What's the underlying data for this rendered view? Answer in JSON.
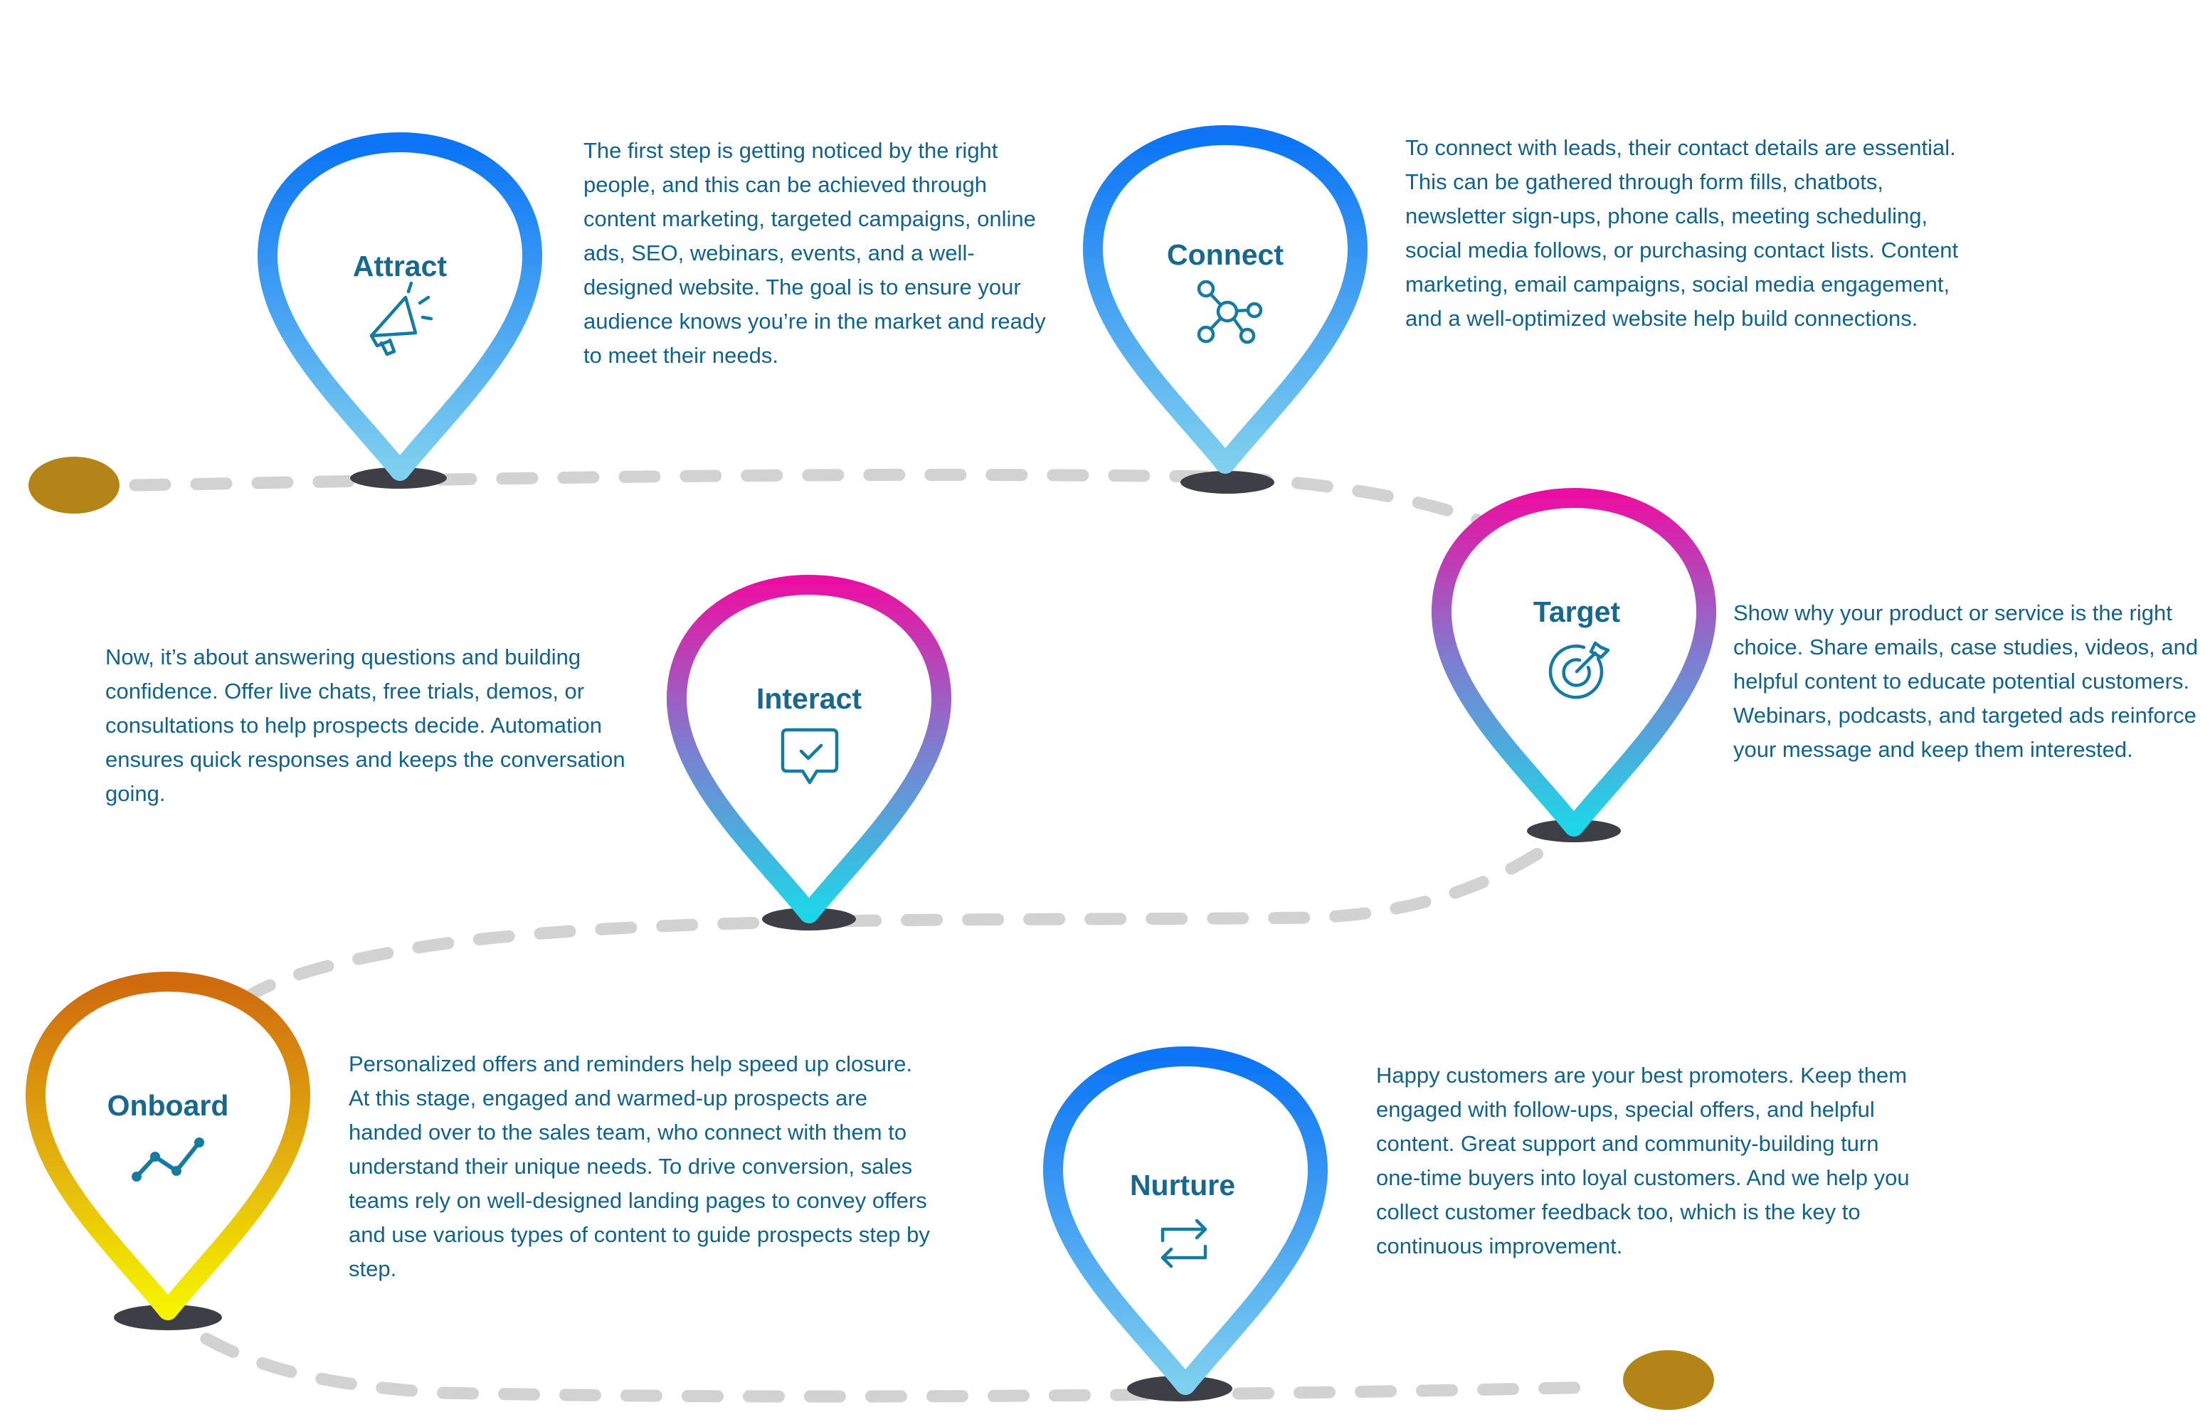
{
  "steps": [
    {
      "title": "Attract",
      "icon": "megaphone-icon",
      "gradient": [
        "#0b74f5",
        "#7fd0ee"
      ],
      "description": "The first step is getting noticed by the right people, and this can be achieved through content marketing, targeted campaigns, online ads, SEO, webinars, events, and a well-designed website. The goal is to ensure your audience knows you’re in the market and ready to meet their needs."
    },
    {
      "title": "Connect",
      "icon": "network-nodes-icon",
      "gradient": [
        "#0b74f5",
        "#7fd0ee"
      ],
      "description": "To connect with leads, their contact details are essential. This can be gathered through form fills, chatbots, newsletter sign-ups, phone calls, meeting scheduling, social media follows, or purchasing contact lists. Content marketing, email campaigns, social media engagement, and a well-optimized website help build connections."
    },
    {
      "title": "Target",
      "icon": "target-icon",
      "gradient": [
        "#ea11a3",
        "#1fd6e8"
      ],
      "description": "Show why your product or service is the right choice. Share emails, case studies, videos, and helpful content to educate potential customers. Webinars, podcasts, and targeted ads reinforce your message and keep them interested."
    },
    {
      "title": "Interact",
      "icon": "chat-check-icon",
      "gradient": [
        "#ea11a3",
        "#1fd6e8"
      ],
      "description": "Now, it’s about answering questions and building confidence. Offer live chats, free trials, demos, or consultations to help prospects decide. Automation ensures quick responses and keeps the conversation going."
    },
    {
      "title": "Onboard",
      "icon": "trend-line-icon",
      "gradient": [
        "#cf6a0c",
        "#f6f400"
      ],
      "description": "Personalized offers and reminders help speed up closure. At this stage, engaged and warmed-up prospects are handed over to the sales team, who connect with them to understand their unique needs. To drive conversion, sales teams rely on well-designed landing pages to convey offers and use various types of content to guide prospects step by step."
    },
    {
      "title": "Nurture",
      "icon": "repeat-arrows-icon",
      "gradient": [
        "#0b74f5",
        "#7fd0ee"
      ],
      "description": "Happy customers are your best promoters. Keep them engaged with follow-ups, special offers, and helpful content. Great support and community-building turn one-time buyers into loyal customers. And we help you collect customer feedback too, which is the key to continuous improvement."
    }
  ],
  "colors": {
    "title_text": "#17678f",
    "body_text": "#12628a",
    "path_dash": "#d2d2d2",
    "endpoint": "#b28516",
    "pin_shadow": "#3e3e46"
  }
}
